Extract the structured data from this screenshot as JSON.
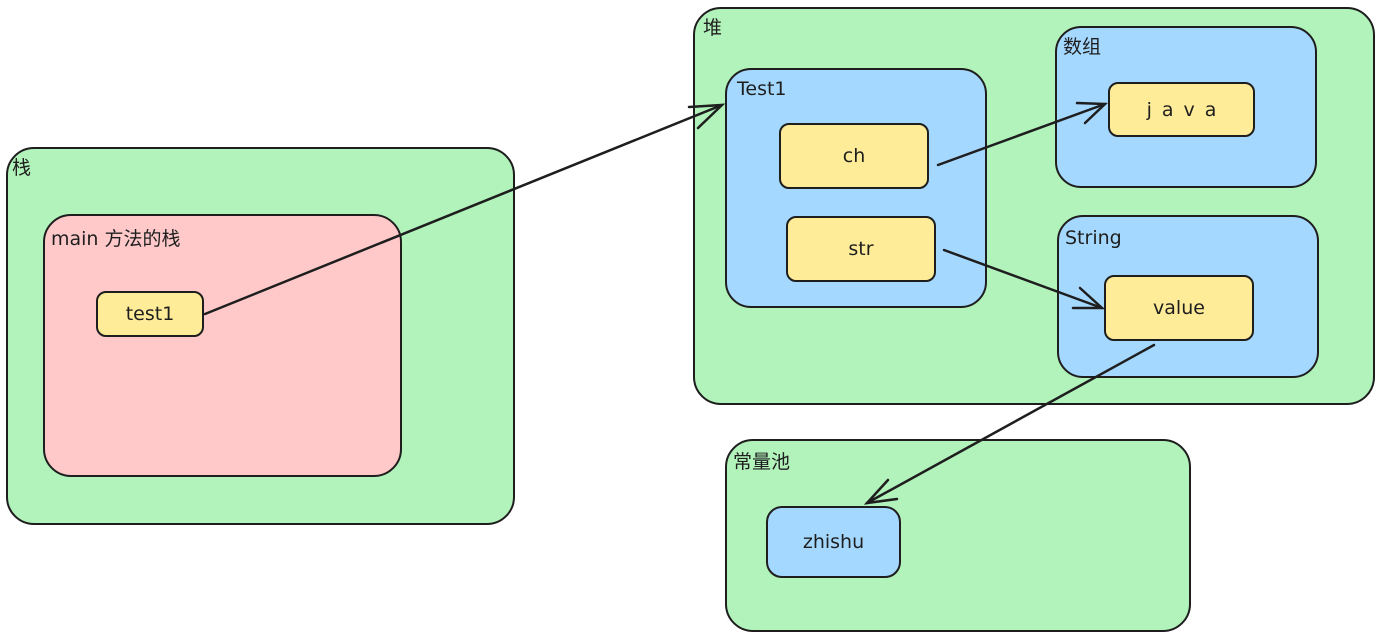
{
  "stack": {
    "title": "栈",
    "frame": {
      "title": "main 方法的栈",
      "variable": "test1"
    }
  },
  "heap": {
    "title": "堆",
    "object": {
      "title": "Test1",
      "fields": [
        "ch",
        "str"
      ]
    },
    "array": {
      "title": "数组",
      "content": "java"
    },
    "string": {
      "title": "String",
      "field": "value"
    }
  },
  "constant_pool": {
    "title": "常量池",
    "entry": "zhishu"
  },
  "references": [
    {
      "from": "test1",
      "to": "Test1"
    },
    {
      "from": "ch",
      "to": "java"
    },
    {
      "from": "str",
      "to": "value"
    },
    {
      "from": "value",
      "to": "zhishu"
    }
  ],
  "colors": {
    "region": "#b2f2bb",
    "frame": "#ffc9c9",
    "object": "#a5d8ff",
    "cell": "#ffec99",
    "stroke": "#1e1e1e"
  }
}
